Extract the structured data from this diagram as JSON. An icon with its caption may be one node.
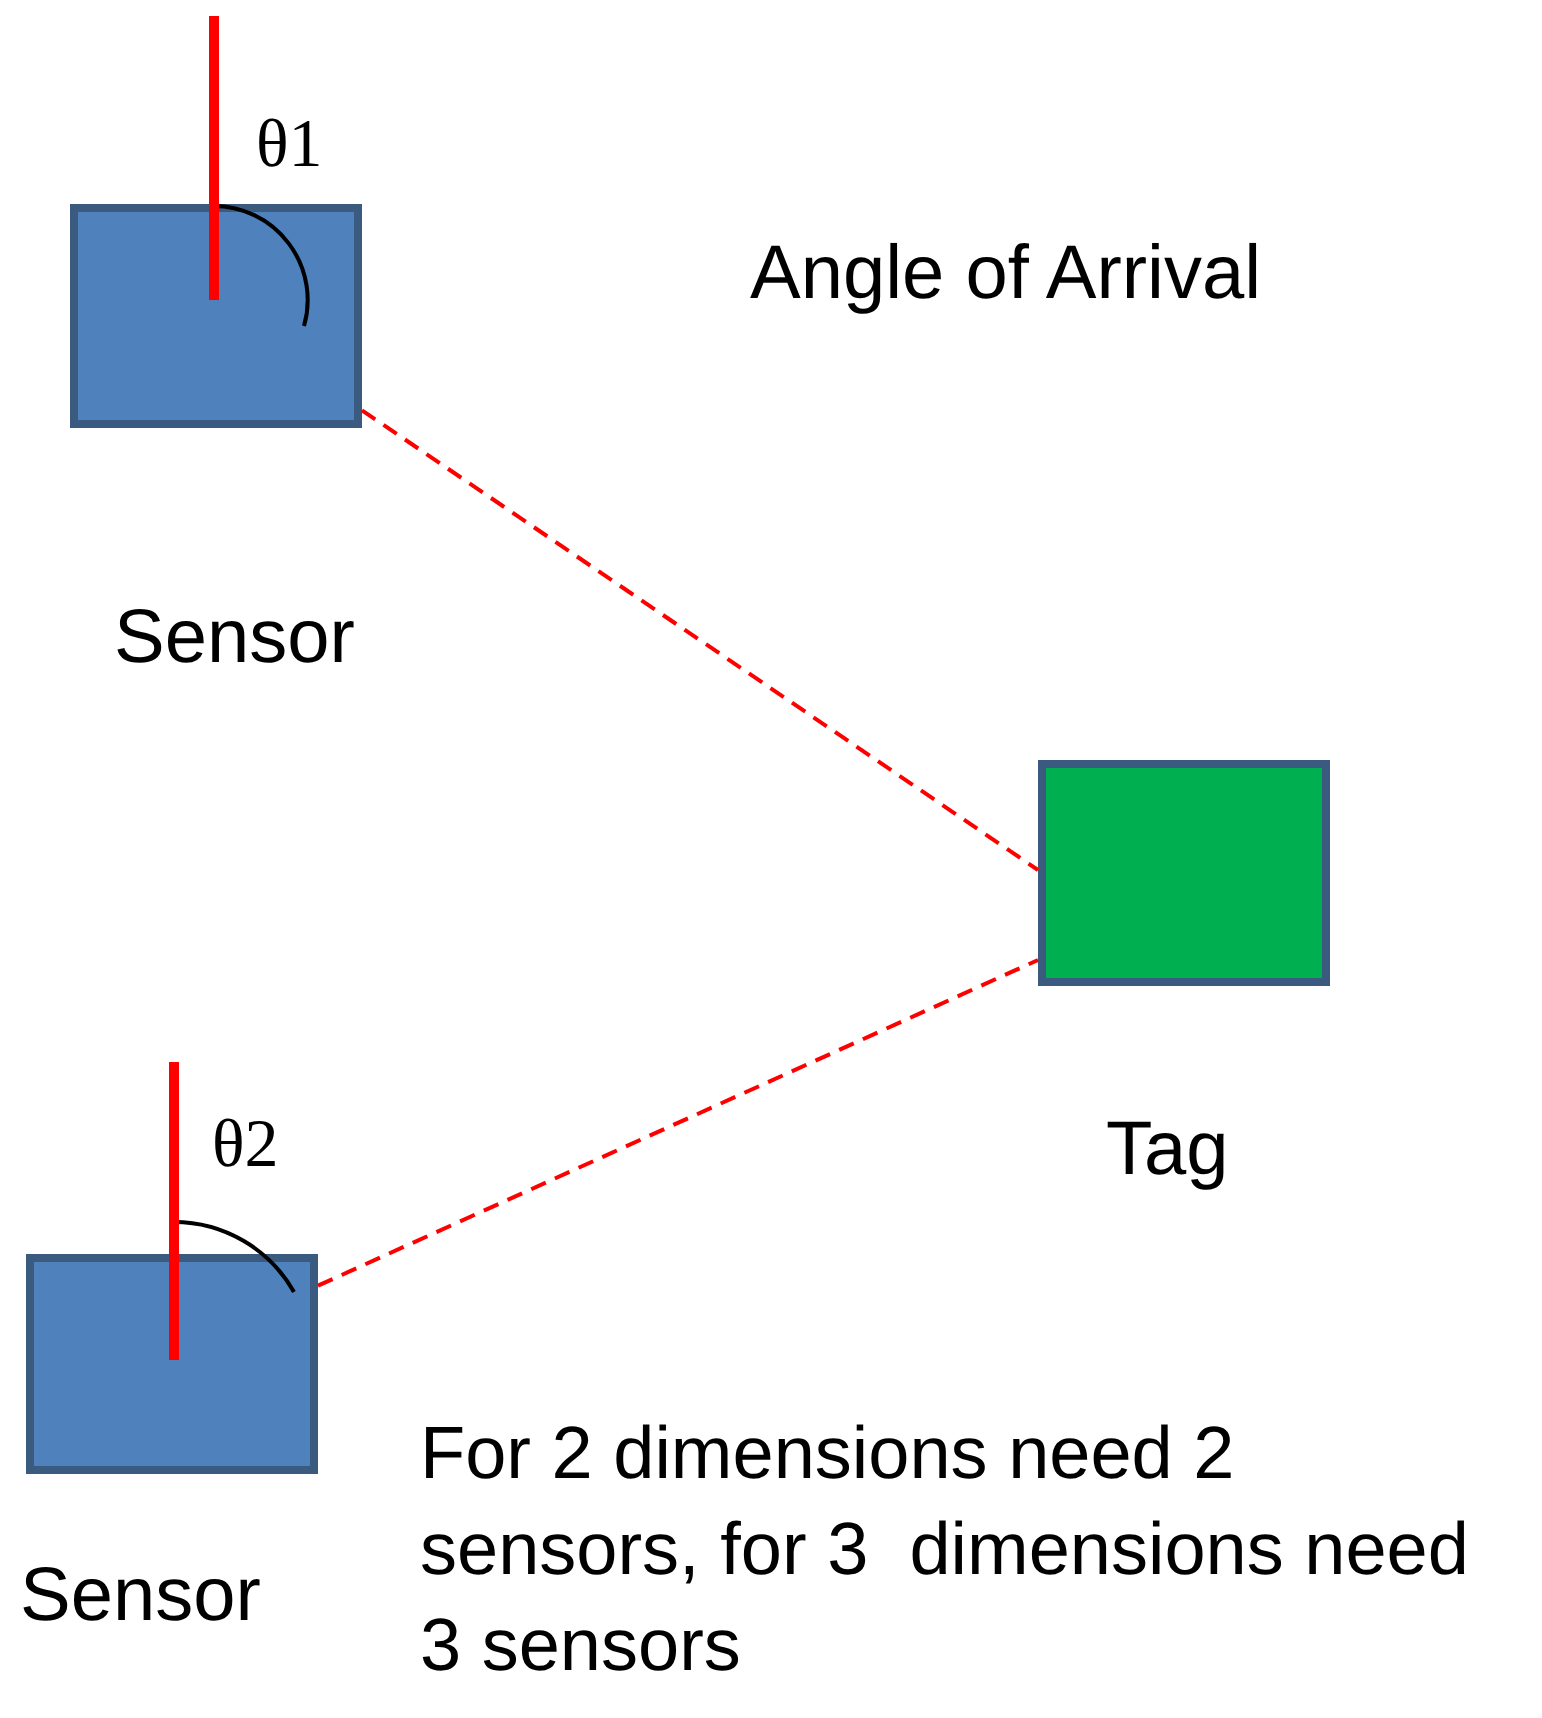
{
  "diagram": {
    "title": "Angle of Arrival",
    "nodes": [
      {
        "text": [],
        "shape": "box",
        "beside": [
          "Sensor"
        ]
      },
      {
        "text": [],
        "shape": "box",
        "beside": [
          "Sensor"
        ]
      },
      {
        "text": [],
        "shape": "box",
        "beside": [
          "Tag"
        ]
      }
    ],
    "edges": [
      {
        "from": 0,
        "to": 2,
        "arrow": "none",
        "style": "dashed"
      },
      {
        "from": 1,
        "to": 2,
        "arrow": "none",
        "style": "dashed"
      }
    ],
    "labels": [
      "θ1",
      "θ2",
      "For 2 dimensions need 2 sensors, for 3  dimensions need 3 sensors"
    ]
  }
}
